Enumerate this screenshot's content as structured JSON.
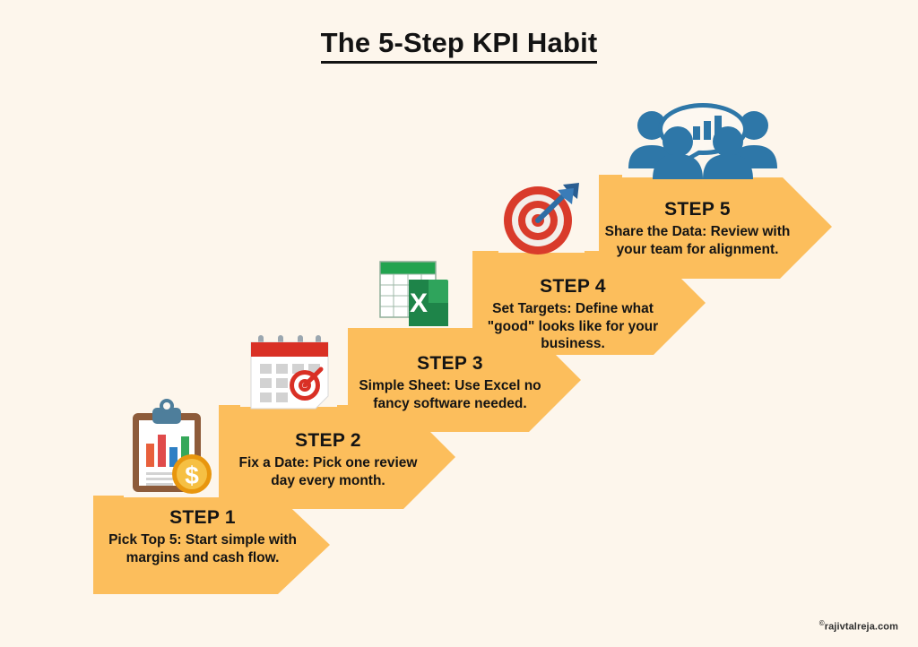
{
  "title": "The 5-Step KPI Habit",
  "credit": {
    "mark": "©",
    "text": "rajivtalreja.com"
  },
  "colors": {
    "background": "#FDF6EC",
    "band": "#FCBE5C",
    "text": "#141414",
    "excel_green": "#1E8449",
    "target_red": "#D93B2B",
    "dart_blue": "#2E6DA4",
    "team_blue": "#2E77A8",
    "calendar_red": "#D93025",
    "coin_gold": "#F2A921"
  },
  "steps": [
    {
      "label": "STEP 1",
      "desc": "Pick Top 5: Start simple with margins and cash flow.",
      "icon": "clipboard-chart-coin-icon"
    },
    {
      "label": "STEP 2",
      "desc": "Fix a Date: Pick one review day every month.",
      "icon": "calendar-target-icon"
    },
    {
      "label": "STEP 3",
      "desc": "Simple Sheet: Use Excel no fancy software needed.",
      "icon": "excel-spreadsheet-icon"
    },
    {
      "label": "STEP 4",
      "desc": "Set Targets: Define what \"good\" looks like for your business.",
      "icon": "dartboard-arrow-icon"
    },
    {
      "label": "STEP 5",
      "desc": "Share the Data: Review with your team for alignment.",
      "icon": "team-speech-bubble-chart-icon"
    }
  ]
}
